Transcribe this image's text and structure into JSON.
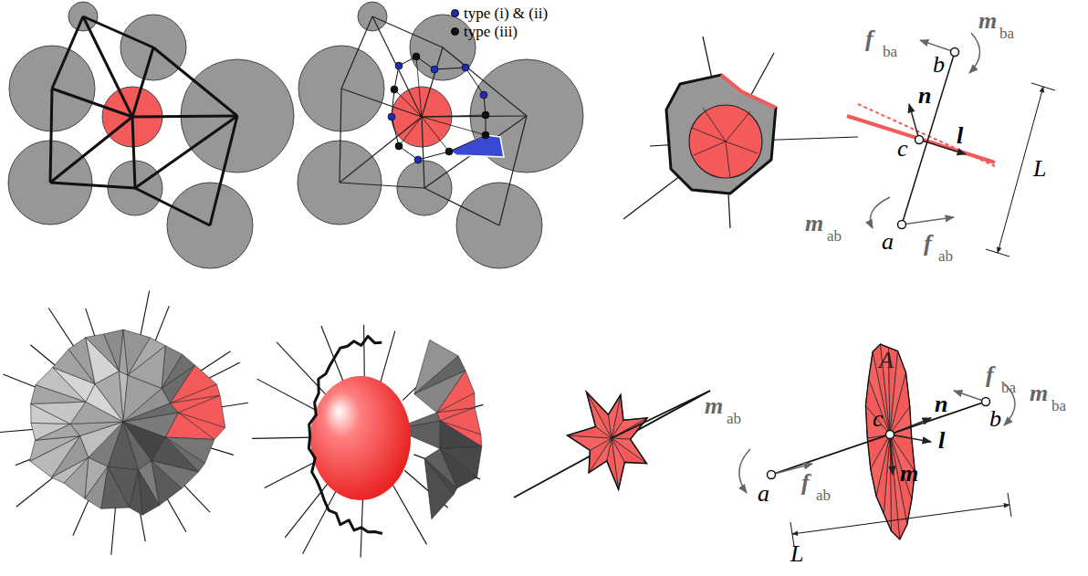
{
  "diagram": {
    "labels": [
      "f",
      "ba",
      "m",
      "ba",
      "b",
      "n",
      "l",
      "c",
      "L",
      "m",
      "ab",
      "a",
      "f",
      "ab",
      "m",
      "ab",
      "a",
      "f",
      "ab",
      "A",
      "f",
      "ba",
      "m",
      "ba",
      "b",
      "n",
      "c",
      "l",
      "m",
      "L"
    ],
    "legend": [
      {
        "text": "type (i) & (ii)",
        "color": "#1f2bb0"
      },
      {
        "text": "type (iii)",
        "color": "#111111"
      }
    ]
  }
}
